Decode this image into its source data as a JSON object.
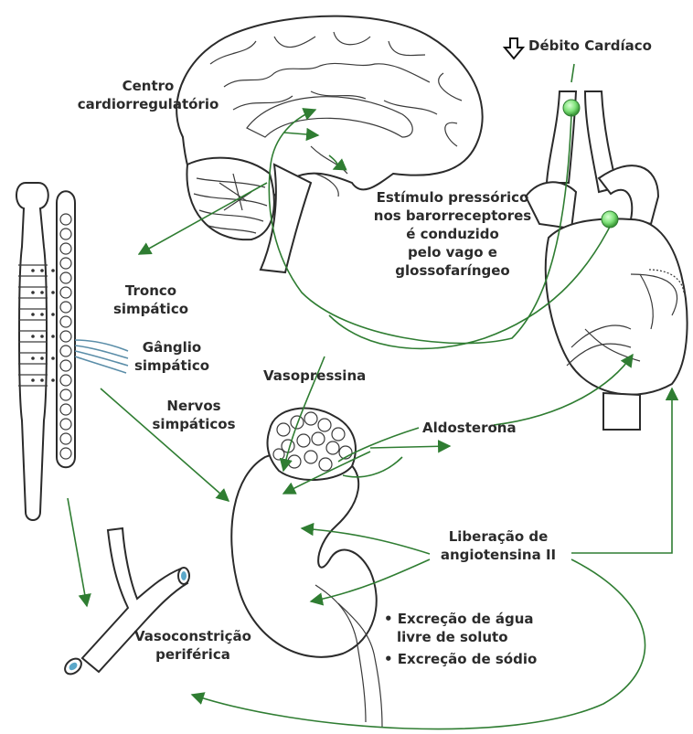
{
  "labels": {
    "debito_cardiaco": "Débito Cardíaco",
    "centro_cardio": [
      "Centro",
      "cardiorregulatório"
    ],
    "estimulo": [
      "Estímulo pressórico",
      "nos barorreceptores",
      "é conduzido",
      "pelo vago e",
      "glossofaríngeo"
    ],
    "tronco": [
      "Tronco",
      "simpático"
    ],
    "ganglio": [
      "Gânglio",
      "simpático"
    ],
    "vasopressina": "Vasopressina",
    "nervos": [
      "Nervos",
      "simpáticos"
    ],
    "aldosterona": "Aldosterona",
    "liberacao": [
      "Liberação de",
      "angiotensina II"
    ],
    "excrecao_agua": [
      "• Excreção de água",
      "livre de soluto"
    ],
    "excrecao_sodio": "• Excreção de sódio",
    "vasoconstricao": [
      "Vasoconstrição",
      "periférica"
    ]
  },
  "colors": {
    "arrow": "#2f7d32",
    "baroreceptor": "#7fe27a",
    "outline": "#2b2b2b"
  }
}
